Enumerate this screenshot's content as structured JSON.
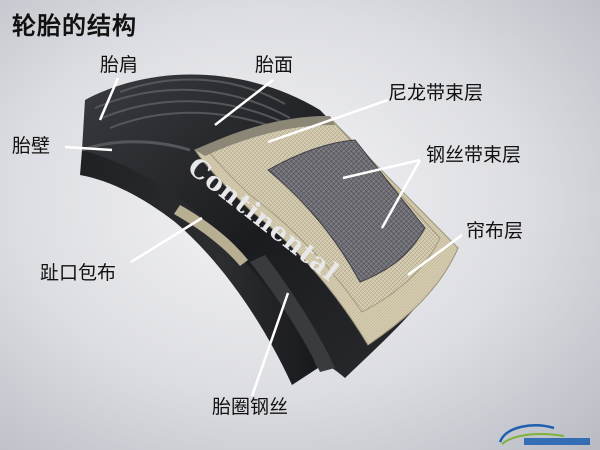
{
  "title": "轮胎的结构",
  "labels": {
    "shoulder": "胎肩",
    "tread": "胎面",
    "nylon_belt": "尼龙带束层",
    "steel_belt": "钢丝带束层",
    "sidewall": "胎壁",
    "ply": "帘布层",
    "rim_chafer": "趾口包布",
    "bead_wire": "胎圈钢丝"
  },
  "brand": "Continental",
  "colors": {
    "rubber": "#1c1d20",
    "nylon": "#c8bfa4",
    "steel": "#6e6e72",
    "ply": "#d9cfb3",
    "leader": "#ffffff"
  }
}
